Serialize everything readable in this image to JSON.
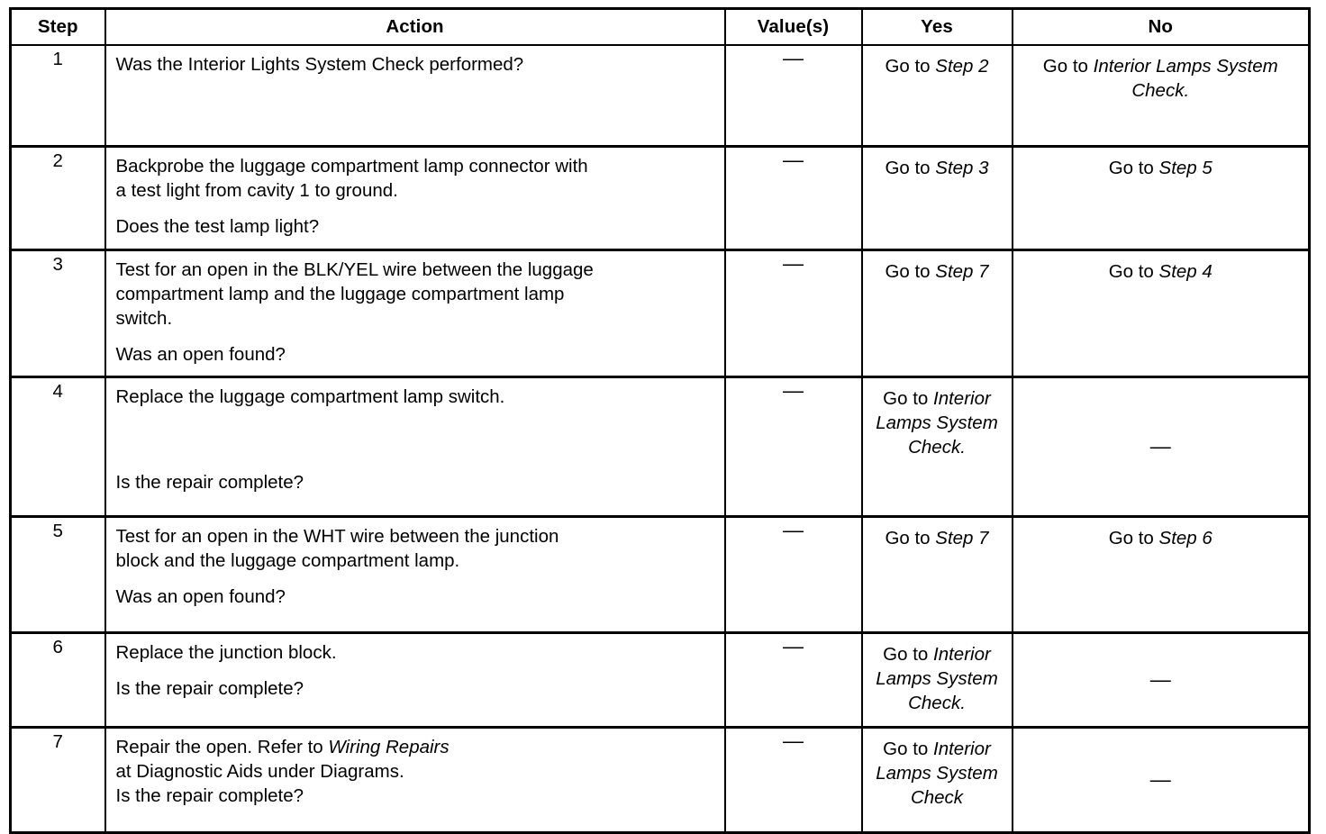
{
  "table": {
    "columns": [
      {
        "key": "step",
        "label": "Step"
      },
      {
        "key": "action",
        "label": "Action"
      },
      {
        "key": "value",
        "label": "Value(s)"
      },
      {
        "key": "yes",
        "label": "Yes"
      },
      {
        "key": "no",
        "label": "No"
      }
    ],
    "value_dash": "—",
    "rows": [
      {
        "step": "1",
        "action_lines": [
          "Was the Interior Lights System Check performed?"
        ],
        "value": "—",
        "yes_prefix": "Go to ",
        "yes_italic": "Step 2",
        "no_prefix": "Go to ",
        "no_italic": "Interior Lamps System Check."
      },
      {
        "step": "2",
        "action_lines": [
          "Backprobe the luggage compartment lamp connector with",
          "a test light from cavity 1 to ground.",
          "Does the test lamp light?"
        ],
        "value": "—",
        "yes_prefix": "Go to ",
        "yes_italic": "Step 3",
        "no_prefix": "Go to ",
        "no_italic": "Step 5"
      },
      {
        "step": "3",
        "action_lines": [
          "Test for an open in the BLK/YEL wire between the luggage",
          "compartment lamp and the luggage compartment lamp",
          "switch.",
          "Was an open found?"
        ],
        "value": "—",
        "yes_prefix": "Go to ",
        "yes_italic": "Step 7",
        "no_prefix": "Go to ",
        "no_italic": "Step 4"
      },
      {
        "step": "4",
        "action_lines": [
          "Replace the luggage compartment lamp switch.",
          "Is the repair complete?"
        ],
        "value": "—",
        "yes_prefix": "Go to ",
        "yes_italic": "Interior Lamps System Check.",
        "no_prefix": "",
        "no_italic": "",
        "no_dash": "—"
      },
      {
        "step": "5",
        "action_lines": [
          "Test for an open in the WHT  wire between the junction",
          "block and the luggage compartment lamp.",
          "Was an open found?"
        ],
        "value": "—",
        "yes_prefix": "Go to ",
        "yes_italic": "Step 7",
        "no_prefix": "Go to ",
        "no_italic": "Step 6"
      },
      {
        "step": "6",
        "action_lines": [
          "Replace the junction block.",
          "Is the repair complete?"
        ],
        "value": "—",
        "yes_prefix": "Go to ",
        "yes_italic": "Interior Lamps System Check.",
        "no_prefix": "",
        "no_italic": "",
        "no_dash": "—"
      },
      {
        "step": "7",
        "action_lines": [
          "Repair the open. Refer to Wiring Repairs",
          "at Diagnostic Aids under Diagrams.",
          "Is the repair complete?"
        ],
        "action_line0_prefix": "Repair the open. Refer to ",
        "action_line0_italic": "Wiring Repairs",
        "value": "—",
        "yes_prefix": "Go to ",
        "yes_italic": "Interior Lamps System Check",
        "no_prefix": "",
        "no_italic": "",
        "no_dash": "—"
      }
    ]
  },
  "colors": {
    "ink": "#000000",
    "paper": "#ffffff"
  }
}
